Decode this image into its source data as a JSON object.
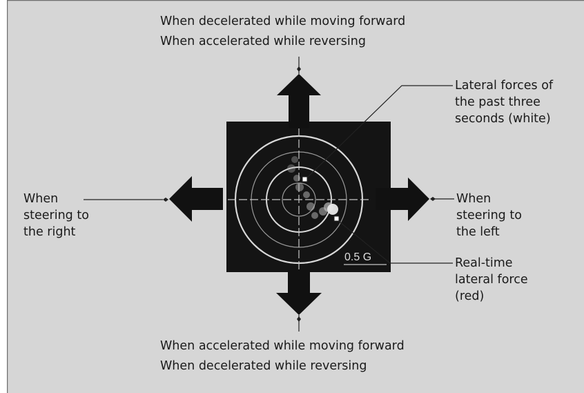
{
  "labels": {
    "top": [
      "When decelerated while moving forward",
      "When accelerated while reversing"
    ],
    "bottom": [
      "When accelerated while moving forward",
      "When decelerated while reversing"
    ],
    "left": [
      "When",
      "steering to",
      "the right"
    ],
    "right": [
      "When",
      "steering to",
      "the left"
    ],
    "past_forces": [
      "Lateral forces of",
      "the past three",
      "seconds (white)"
    ],
    "realtime_force": [
      "Real-time",
      "lateral force",
      "(red)"
    ]
  },
  "gauge": {
    "scale_label": "0.5 G"
  },
  "colors": {
    "background": "#d6d6d6",
    "frame": "#6e6e6e",
    "display": "#141414",
    "arrow": "#111111",
    "gauge_ring": "#e6e6e6"
  }
}
